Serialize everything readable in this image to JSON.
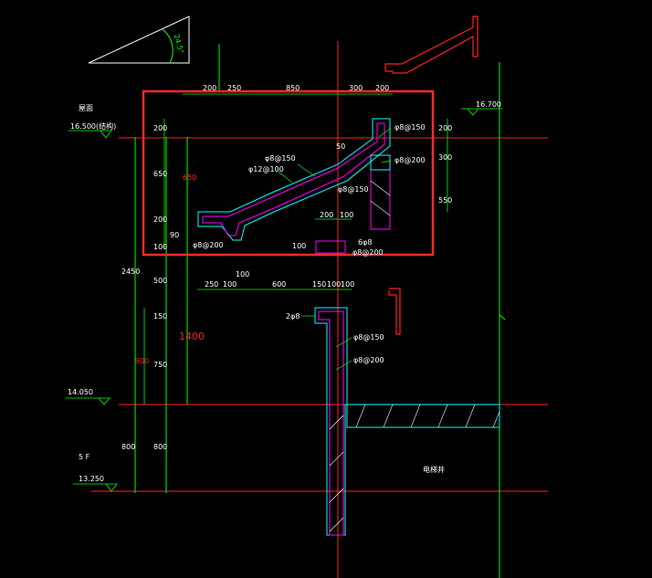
{
  "colors": {
    "background": "#000000",
    "white": "#ffffff",
    "green": "#00ff00",
    "red": "#ff2020",
    "magenta": "#ff00ff",
    "cyan": "#00ffff",
    "highlight": "#ff2a2a"
  },
  "angle_label": "24.5°",
  "elevations": {
    "top_left_note": "屋面",
    "e16500": "16.500(结构)",
    "e16700": "16.700",
    "e14050": "14.050",
    "floor_5f": "5 F",
    "e13250": "13.250"
  },
  "top_dims": [
    "200",
    "250",
    "850",
    "300",
    "200"
  ],
  "right_dims": [
    "200",
    "300",
    "550"
  ],
  "left_dims_upper": [
    "200",
    "650",
    "200",
    "90",
    "100"
  ],
  "left_red_dim": "650",
  "left_outer_dims": [
    "2450",
    "800"
  ],
  "left_middle_dims": [
    "500",
    "150",
    "750",
    "800"
  ],
  "dim_900": "900",
  "dim_1400": "1400",
  "rebar_labels": {
    "r1": "φ8@150",
    "r2": "φ12@100",
    "r3": "φ8@150",
    "r4": "φ8@150",
    "r5": "φ8@200",
    "r6": "φ8@200",
    "r7": "6φ8",
    "r8": "φ8@200",
    "r9": "2φ8",
    "r10": "φ8@150",
    "r11": "φ8@200",
    "angle_num": "50"
  },
  "small_dims_mid": [
    "200",
    "100"
  ],
  "row_dims": [
    "250",
    "100",
    "100",
    "600",
    "150",
    "100",
    "100"
  ],
  "bottom_label": "电梯井",
  "small_dims_box": [
    "100"
  ]
}
